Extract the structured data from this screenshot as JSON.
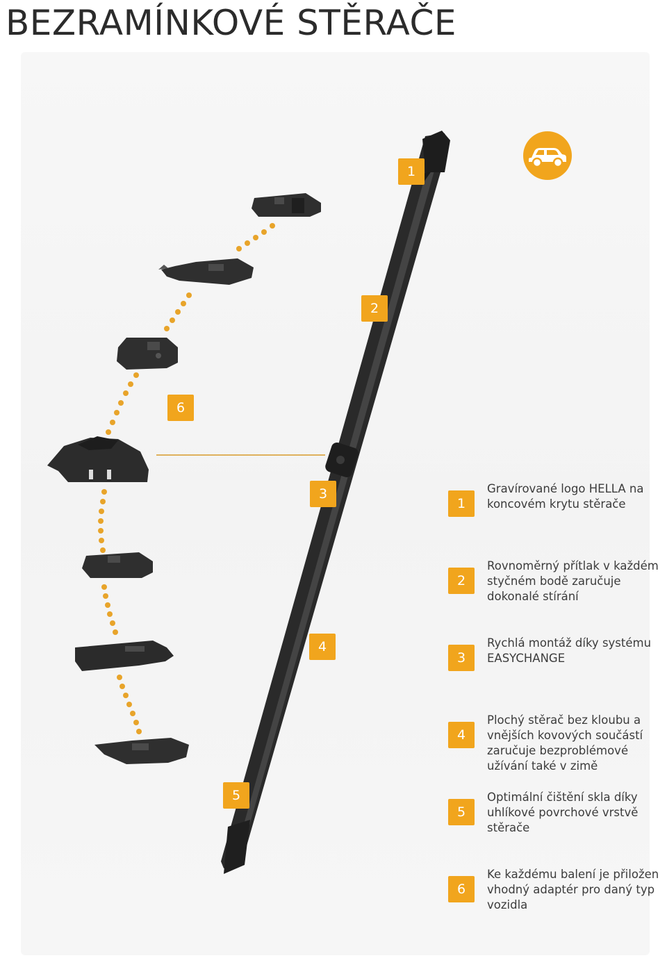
{
  "page": {
    "title": "BEZRAMÍNKOVÉ STĚRAČE"
  },
  "icons": {
    "vehicle": "car-icon",
    "accent_color": "#f1a51d"
  },
  "callouts": [
    "1",
    "2",
    "6",
    "3",
    "4",
    "5"
  ],
  "features": [
    {
      "number": "1",
      "text": "Gravírované logo HELLA na koncovém krytu stěrače"
    },
    {
      "number": "2",
      "text": "Rovnoměrný přítlak v každém styčném bodě zaručuje dokonalé stírání"
    },
    {
      "number": "3",
      "text": "Rychlá montáž díky systému EASYCHANGE"
    },
    {
      "number": "4",
      "text": "Plochý stěrač bez kloubu a vnějších kovových součástí zaručuje bezproblémové užívání také v zimě"
    },
    {
      "number": "5",
      "text": "Optimální čištění skla díky uhlíkové povrchové vrstvě stěrače"
    },
    {
      "number": "6",
      "text": "Ke každému balení je přiložen vhodný adaptér pro daný typ vozidla"
    }
  ]
}
